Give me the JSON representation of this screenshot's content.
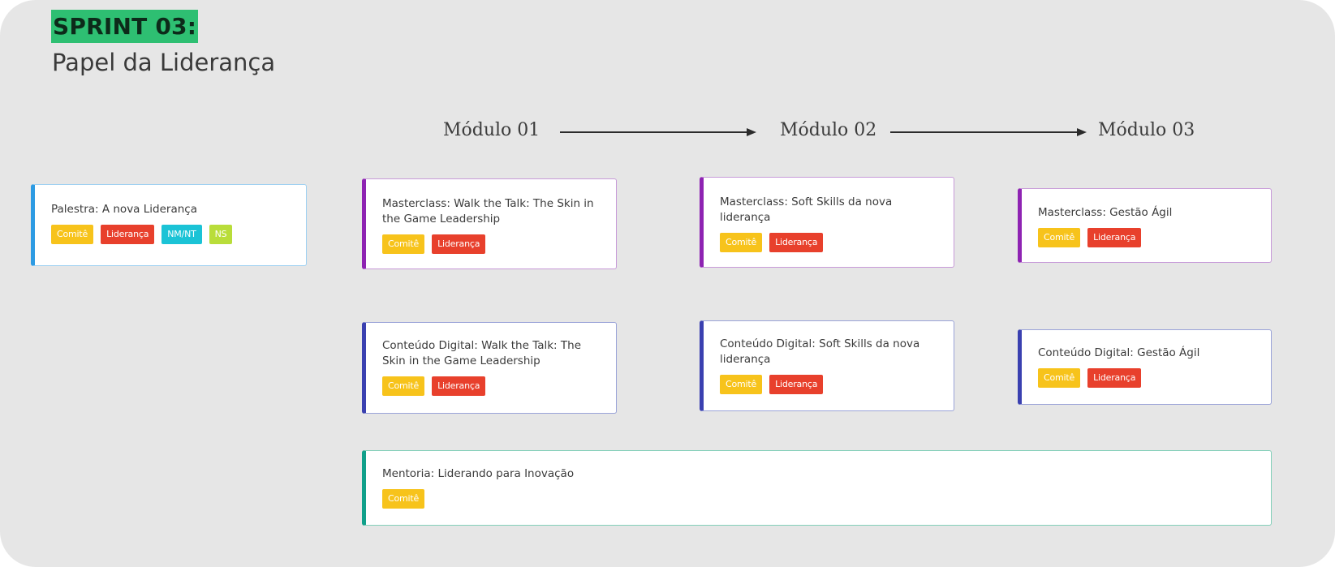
{
  "header": {
    "sprint": "SPRINT 03:",
    "subtitle": "Papel da Liderança"
  },
  "modules": [
    "Módulo 01",
    "Módulo 02",
    "Módulo 03"
  ],
  "tags": {
    "comite": "Comitê",
    "lideranca": "Liderança",
    "nmnt": "NM/NT",
    "ns": "NS"
  },
  "cards": {
    "palestra": "Palestra: A nova Liderança",
    "m1_masterclass": "Masterclass: Walk the Talk: The Skin in the Game Leadership",
    "m2_masterclass": "Masterclass: Soft Skills da nova liderança",
    "m3_masterclass": "Masterclass: Gestão Ágil",
    "m1_digital": "Conteúdo Digital: Walk the Talk: The Skin in the Game Leadership",
    "m2_digital": "Conteúdo Digital: Soft Skills da nova liderança",
    "m3_digital": "Conteúdo Digital: Gestão Ágil",
    "mentoria": "Mentoria: Liderando para Inovação"
  },
  "colors": {
    "board": "#e6e6e6",
    "sprint_highlight": "#2ebf72",
    "comite": "#f7c31b",
    "lideranca": "#e8402c",
    "nmnt": "#1bc3d6",
    "ns": "#b9dd3a",
    "palestra_accent": "#2d9be3",
    "masterclass_accent": "#8e23b2",
    "digital_accent": "#3a40b0",
    "mentoria_accent": "#10a08a"
  }
}
